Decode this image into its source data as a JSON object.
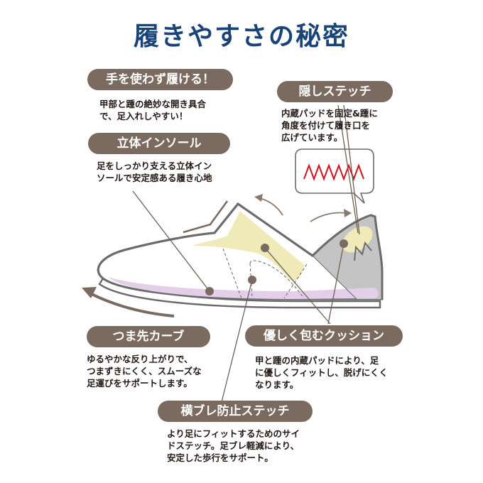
{
  "title": "履きやすさの秘密",
  "colors": {
    "title": "#1a4478",
    "pill": "#7a6a5f",
    "leader": "#6e5e54",
    "insole": "#e3d0e8",
    "cushion": "#efeab8",
    "heel_gray": "#c4c4c4",
    "outline": "#6b6b6b",
    "stitch_red": "#d0121b"
  },
  "features": [
    {
      "id": "easy-on",
      "label": "手を使わず履ける！",
      "desc": "甲部と踵の絶妙な開き具合\nで、足入れしやすい！"
    },
    {
      "id": "hidden-stitch",
      "label": "隠しステッチ",
      "desc": "内蔵パッドを固定&踵に\n角度を付けて履き口を\n広げています。"
    },
    {
      "id": "3d-insole",
      "label": "立体インソール",
      "desc": "足をしっかり支える立体イン\nソールで安定感ある履き心地"
    },
    {
      "id": "toe-curve",
      "label": "つま先カーブ",
      "desc": "ゆるやかな反り上がりで、\nつまずきにくく、スムーズな\n足運びをサポートします。"
    },
    {
      "id": "cushion",
      "label": "優しく包むクッション",
      "desc": "甲と踵の内蔵パッドにより、足\nに優しくフィットし、脱げにくく\nなります。"
    },
    {
      "id": "side-stitch",
      "label": "横ブレ防止ステッチ",
      "desc": "より足にフィットするためのサイ\nドステッチ。足ブレ軽減により、\n安定した歩行をサポート。"
    }
  ]
}
